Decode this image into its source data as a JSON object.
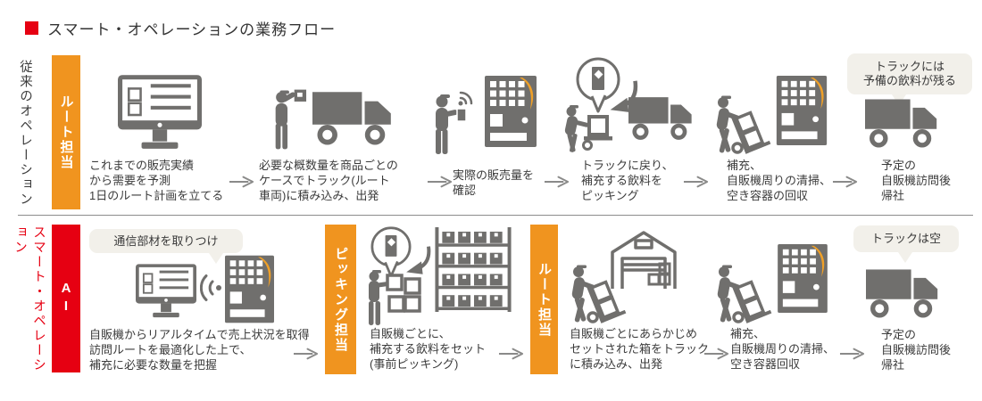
{
  "title": "スマート・オペレーションの業務フロー",
  "colors": {
    "accent_red": "#e60012",
    "accent_orange": "#f0941f",
    "icon_gray": "#706f6d",
    "swoosh_orange": "#efa028",
    "callout_bg": "#f2f0ea"
  },
  "rows": {
    "traditional": {
      "label": "従来のオペレーション",
      "badge": "ルート担当",
      "steps": [
        {
          "icon": "monitor-checklist-icon",
          "caption": "これまでの販売実績\nから需要を予測\n1日のルート計画を立てる"
        },
        {
          "icon": "worker-loading-truck-icon",
          "caption": "必要な概数量を商品ごとの\nケースでトラック(ルート\n車両)に積み込み、出発"
        },
        {
          "icon": "worker-handy-terminal-vending-icon",
          "caption": "実際の販売量を\n確認"
        },
        {
          "icon": "worker-picking-at-truck-icon",
          "caption": "トラックに戻り、\n補充する飲料を\nピッキング"
        },
        {
          "icon": "worker-cart-vending-icon",
          "caption": "補充、\n自販機周りの清掃、\n空き容器の回収"
        },
        {
          "icon": "truck-icon",
          "callout": "トラックには\n予備の飲料が残る",
          "caption": "予定の\n自販機訪問後\n帰社"
        }
      ]
    },
    "smart": {
      "label": "スマート・オペレーション",
      "ai_badge": "AI",
      "picking_badge": "ピッキング担当",
      "route_badge": "ルート担当",
      "steps": [
        {
          "icon": "monitor-wifi-vending-icon",
          "callout": "通信部材を取りつけ",
          "caption": "自販機からリアルタイムで売上状況を取得\n訪問ルートを最適化した上で、\n補充に必要な数量を把握"
        },
        {
          "icon": "worker-shelf-prepicking-icon",
          "caption": "自販機ごとに、\n補充する飲料をセット\n(事前ピッキング)"
        },
        {
          "icon": "worker-cart-warehouse-icon",
          "caption": "自販機ごとにあらかじめ\nセットされた箱をトラック\nに積み込み、出発"
        },
        {
          "icon": "worker-cart-vending-icon",
          "caption": "補充、\n自販機周りの清掃、\n空き容器回収"
        },
        {
          "icon": "truck-icon",
          "callout": "トラックは空",
          "caption": "予定の\n自販機訪問後\n帰社"
        }
      ]
    }
  }
}
